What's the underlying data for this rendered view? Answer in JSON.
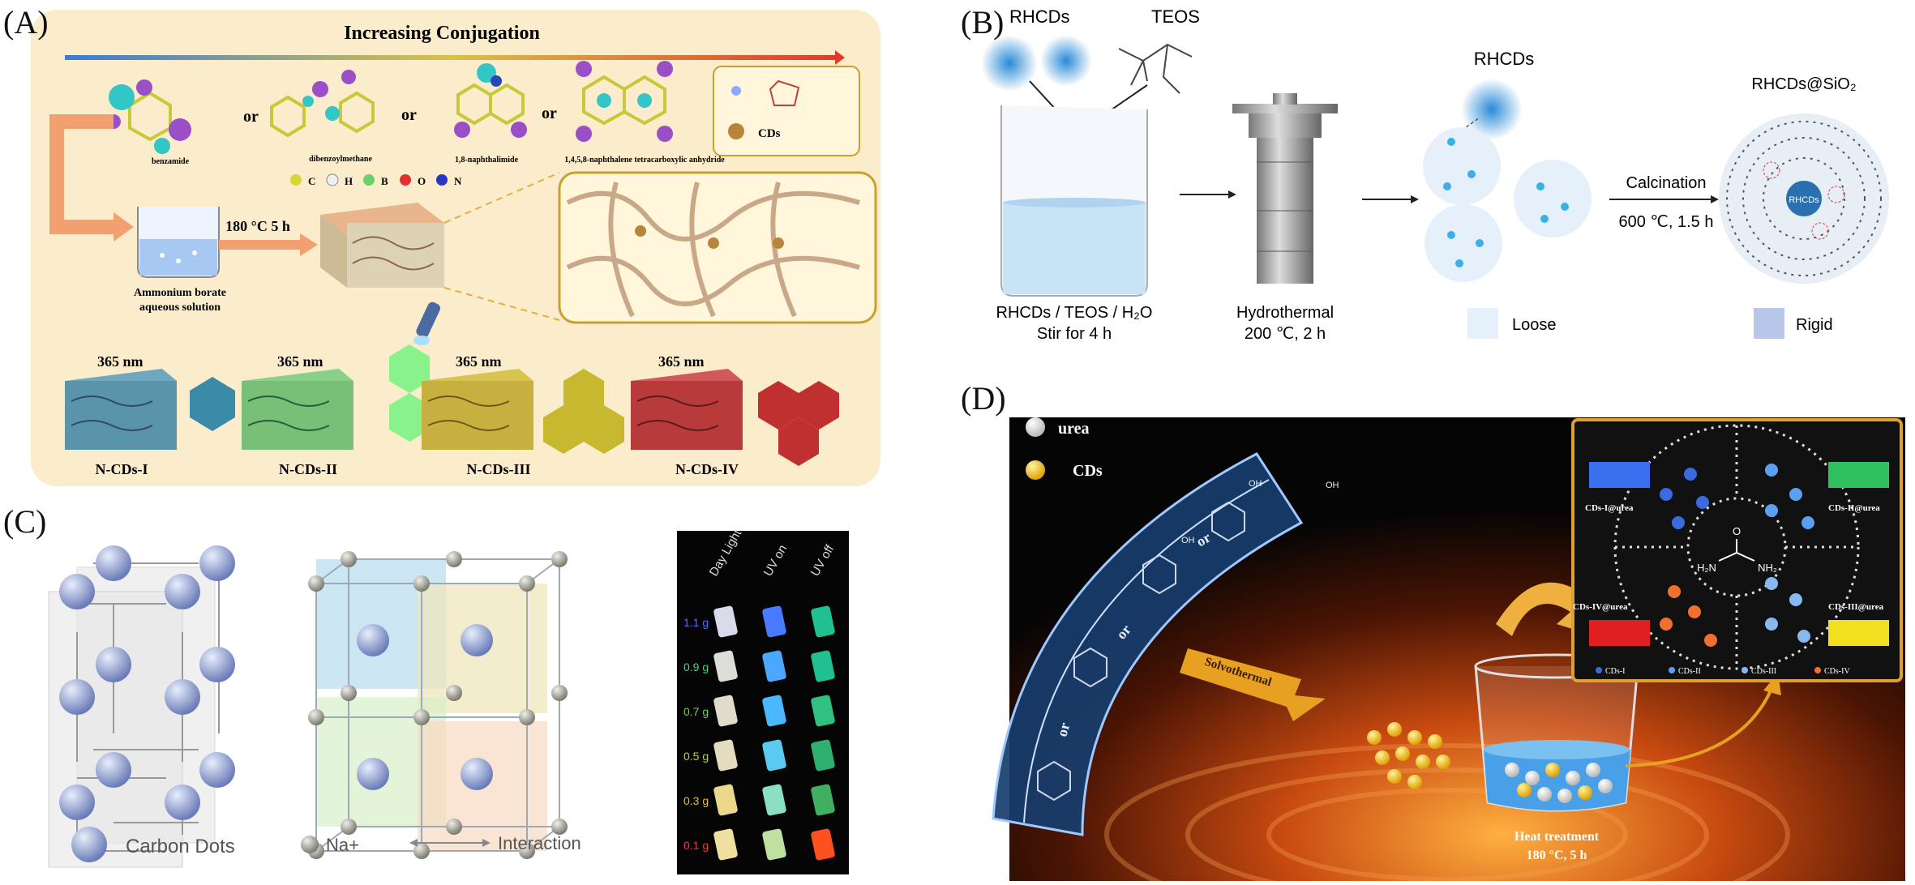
{
  "panelA": {
    "label": "(A)",
    "title": "Increasing Conjugation",
    "or": "or",
    "molecules": [
      "benzamide",
      "dibenzoylmethane",
      "1,8-naphthalimide",
      "1,4,5,8-naphthalene tetracarboxylic anhydride"
    ],
    "atoms": [
      "C",
      "H",
      "B",
      "O",
      "N"
    ],
    "cds_legend": "CDs",
    "condition": "180 °C  5 h",
    "solution": [
      "Ammonium borate",
      "aqueous solution"
    ],
    "wavelength": "365 nm",
    "samples": [
      "N-CDs-I",
      "N-CDs-II",
      "N-CDs-III",
      "N-CDs-IV"
    ]
  },
  "panelB": {
    "label": "(B)",
    "rhcds": "RHCDs",
    "teos": "TEOS",
    "mix_label": "RHCDs / TEOS / H₂O",
    "mix_sub": "Stir for 4 h",
    "hydro_label": "Hydrothermal",
    "hydro_sub": "200 ℃, 2 h",
    "rhcds2": "RHCDs",
    "calcination": "Calcination",
    "calc_sub": "600 ℃, 1.5 h",
    "product": "RHCDs@SiO₂",
    "core": "RHCDs",
    "loose": "Loose",
    "rigid": "Rigid"
  },
  "panelC": {
    "label": "(C)",
    "legend_cd": "Carbon Dots",
    "legend_na": "Na+",
    "legend_inter": "Interaction",
    "cols": [
      "Day Light",
      "UV on",
      "UV off"
    ],
    "rows": [
      "1.1 g",
      "0.9 g",
      "0.7 g",
      "0.5 g",
      "0.3 g",
      "0.1 g"
    ],
    "row_colors": [
      "#5a6cff",
      "#4fd07a",
      "#7ad04f",
      "#b8d050",
      "#e0c040",
      "#ff3030"
    ]
  },
  "panelD": {
    "label": "(D)",
    "urea": "urea",
    "cds": "CDs",
    "or": "or",
    "solvothermal": "Solvothermal",
    "heat": "Heat treatment",
    "heat_sub": "180 °C,    5 h",
    "h2n": "H₂N",
    "nh2": "NH₂",
    "o": "O",
    "oh": "OH",
    "boxes": [
      "CDs-I@urea",
      "CDs-II@urea",
      "CDs-IV@urea",
      "CDs-III@urea"
    ],
    "cd_types": [
      "CDs-I",
      "CDs-II",
      "CDs-III",
      "CDs-IV"
    ]
  }
}
